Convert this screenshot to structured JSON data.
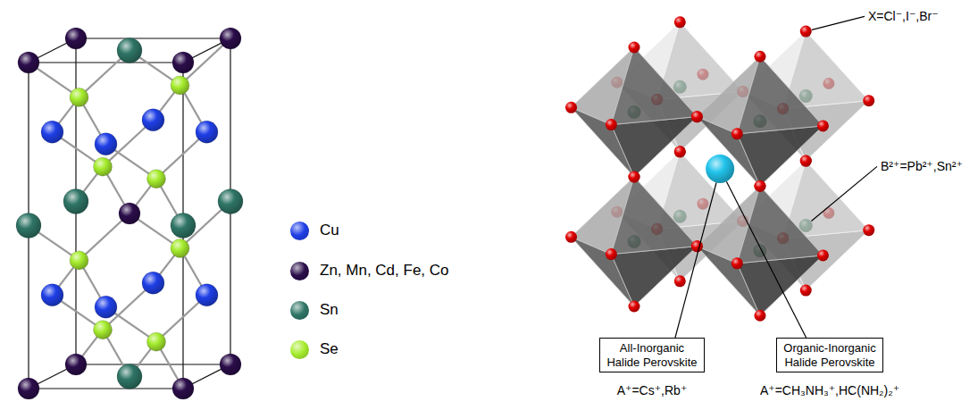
{
  "diagram": {
    "nodes": [
      {
        "text": [
          "All-Inorganic Halide Perovskite",
          "A⁺=Cs⁺,Rb⁺"
        ]
      },
      {
        "text": [
          "Organic-Inorganic Halide Perovskite",
          "A⁺=CH₃NH₃⁺,HC(NH₂)₂⁺"
        ]
      }
    ],
    "labels": [
      "X=Cl⁻,I⁻,Br⁻",
      "B²⁺=Pb²⁺,Sn²⁺"
    ],
    "legend": [
      {
        "text": "Cu",
        "color": "#1f3fe6"
      },
      {
        "text": "Zn, Mn, Cd, Fe, Co",
        "color": "#2b0d4a"
      },
      {
        "text": "Sn",
        "color": "#2f7566"
      },
      {
        "text": "Se",
        "color": "#a6ec2e"
      }
    ]
  }
}
